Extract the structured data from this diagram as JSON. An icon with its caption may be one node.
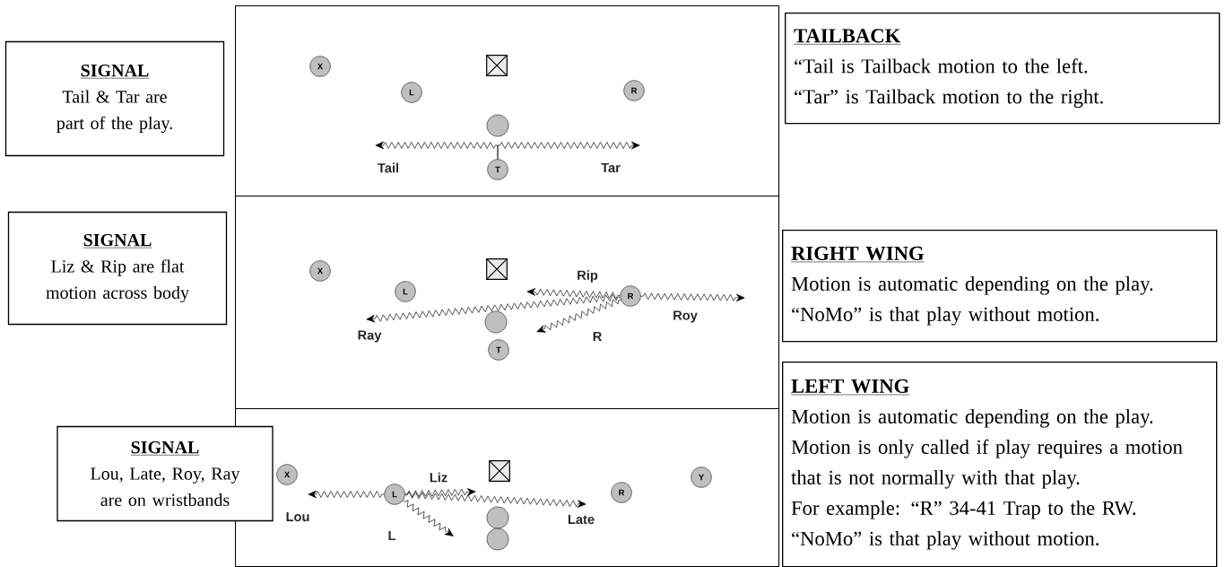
{
  "diagram": {
    "nodes": [
      {
        "text": [
          "SIGNAL",
          "Tail & Tar are part of the play."
        ]
      },
      {
        "text": [],
        "shape": "box"
      },
      {
        "text": [
          "X"
        ],
        "in": 1
      },
      {
        "text": [],
        "shape": "box",
        "in": 1
      },
      {
        "text": [
          "L"
        ],
        "in": 1
      },
      {
        "text": [
          "R"
        ],
        "in": 1
      },
      {
        "text": [],
        "shape": "circle",
        "in": 1
      },
      {
        "text": [
          "T"
        ],
        "in": 1
      },
      {
        "text": [
          "TAILBACK",
          "“Tail is Tailback motion to the left.",
          "“Tar” is Tailback motion to the right."
        ]
      },
      {
        "text": [
          "SIGNAL",
          "Liz & Rip are flat motion across body"
        ]
      },
      {
        "text": [],
        "shape": "box"
      },
      {
        "text": [
          "X"
        ],
        "in": 10
      },
      {
        "text": [],
        "shape": "box",
        "in": 10
      },
      {
        "text": [
          "L"
        ],
        "in": 10
      },
      {
        "text": [
          "R"
        ],
        "in": 10
      },
      {
        "text": [],
        "shape": "circle",
        "in": 10
      },
      {
        "text": [
          "T"
        ],
        "in": 10
      },
      {
        "text": [
          "RIGHT WING",
          "Motion is automatic depending on the play.",
          "“NoMo” is that play without motion."
        ]
      },
      {
        "text": [
          "SIGNAL",
          "Lou, Late, Roy, Ray are on wristbands"
        ]
      },
      {
        "text": [],
        "shape": "box"
      },
      {
        "text": [
          "X"
        ],
        "in": 19
      },
      {
        "text": [],
        "shape": "box",
        "in": 19
      },
      {
        "text": [
          "Y"
        ],
        "in": 19
      },
      {
        "text": [
          "L"
        ],
        "in": 19
      },
      {
        "text": [
          "R"
        ],
        "in": 19
      },
      {
        "text": [],
        "shape": "circle",
        "in": 19
      },
      {
        "text": [],
        "shape": "circle",
        "in": 19
      },
      {
        "text": [
          "LEFT WING",
          "Motion is automatic depending on the play.",
          "Motion is only called if play requires a motion that is not normally with that play.",
          "For example: “R” 34-41 Trap to the RW.",
          "“NoMo” is that play without motion."
        ]
      }
    ],
    "edges": [
      {
        "from": 7,
        "to": null,
        "arrow": "to",
        "label": "Tail"
      },
      {
        "from": 7,
        "to": null,
        "arrow": "to",
        "label": "Tar"
      },
      {
        "from": 14,
        "to": null,
        "arrow": "to",
        "label": "Ray"
      },
      {
        "from": 14,
        "to": null,
        "arrow": "to",
        "label": "Rip"
      },
      {
        "from": 14,
        "to": null,
        "arrow": "to",
        "label": "Roy"
      },
      {
        "from": 14,
        "to": null,
        "arrow": "to",
        "label": "R"
      },
      {
        "from": 23,
        "to": null,
        "arrow": "to",
        "label": "Lou"
      },
      {
        "from": 23,
        "to": null,
        "arrow": "to",
        "label": "Liz"
      },
      {
        "from": 23,
        "to": null,
        "arrow": "to",
        "label": "Late"
      },
      {
        "from": 23,
        "to": null,
        "arrow": "to",
        "label": "L"
      }
    ]
  }
}
